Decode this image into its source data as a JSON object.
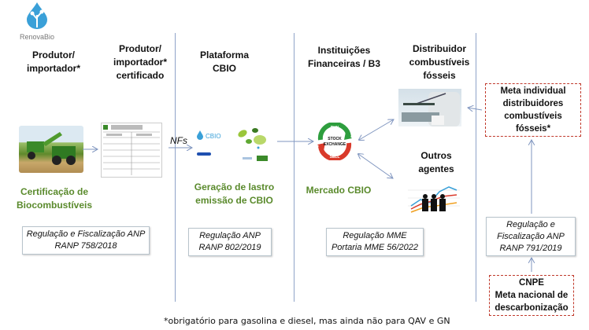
{
  "logo": {
    "text": "RenovaBio",
    "color": "#3aa0d8"
  },
  "columns": {
    "producer": {
      "title_lines": [
        "Produtor/",
        "importador*"
      ],
      "caption_lines": [
        "Certificação de",
        "Biocombustíveis"
      ]
    },
    "certified": {
      "title_lines": [
        "Produtor/",
        "importador*",
        "certificado"
      ]
    },
    "platform": {
      "title_lines": [
        "Plataforma",
        "CBIO"
      ],
      "caption_lines": [
        "Geração de lastro",
        "emissão de CBIO"
      ],
      "cbio_logo": "CBIO"
    },
    "financial": {
      "title_lines": [
        "Instituições",
        "Financeiras / B3"
      ],
      "caption": "Mercado CBIO",
      "stock_exchange": {
        "top": "BUY",
        "center_lines": [
          "STOCK",
          "EXCHANGE"
        ],
        "bottom": "SELL"
      }
    },
    "distributor": {
      "title_lines": [
        "Distribuidor",
        "combustíveis",
        "fósseis"
      ]
    },
    "others": {
      "title_lines": [
        "Outros",
        "agentes"
      ]
    }
  },
  "flow_label": "NFs",
  "regulation_boxes": [
    {
      "lines": [
        "Regulação e Fiscalização ANP",
        "RANP 758/2018"
      ]
    },
    {
      "lines": [
        "Regulação ANP",
        "RANP 802/2019"
      ]
    },
    {
      "lines": [
        "Regulação MME",
        "Portaria MME 56/2022"
      ]
    },
    {
      "lines": [
        "Regulação e",
        "Fiscalização ANP",
        "RANP 791/2019"
      ]
    }
  ],
  "goal_boxes": {
    "individual": {
      "lines": [
        "Meta individual",
        "distribuidores",
        "combustíveis",
        "fósseis*"
      ]
    },
    "national": {
      "lines": [
        "CNPE",
        "Meta nacional de",
        "descarbonização"
      ]
    }
  },
  "footnote": "*obrigatório para gasolina e diesel, mas ainda não para QAV e GN",
  "colors": {
    "accent_green": "#5a8a2c",
    "divider": "#8fa3c8",
    "goal_border": "#c0392b",
    "buy": "#2e9e3e",
    "sell": "#d93a2b"
  }
}
